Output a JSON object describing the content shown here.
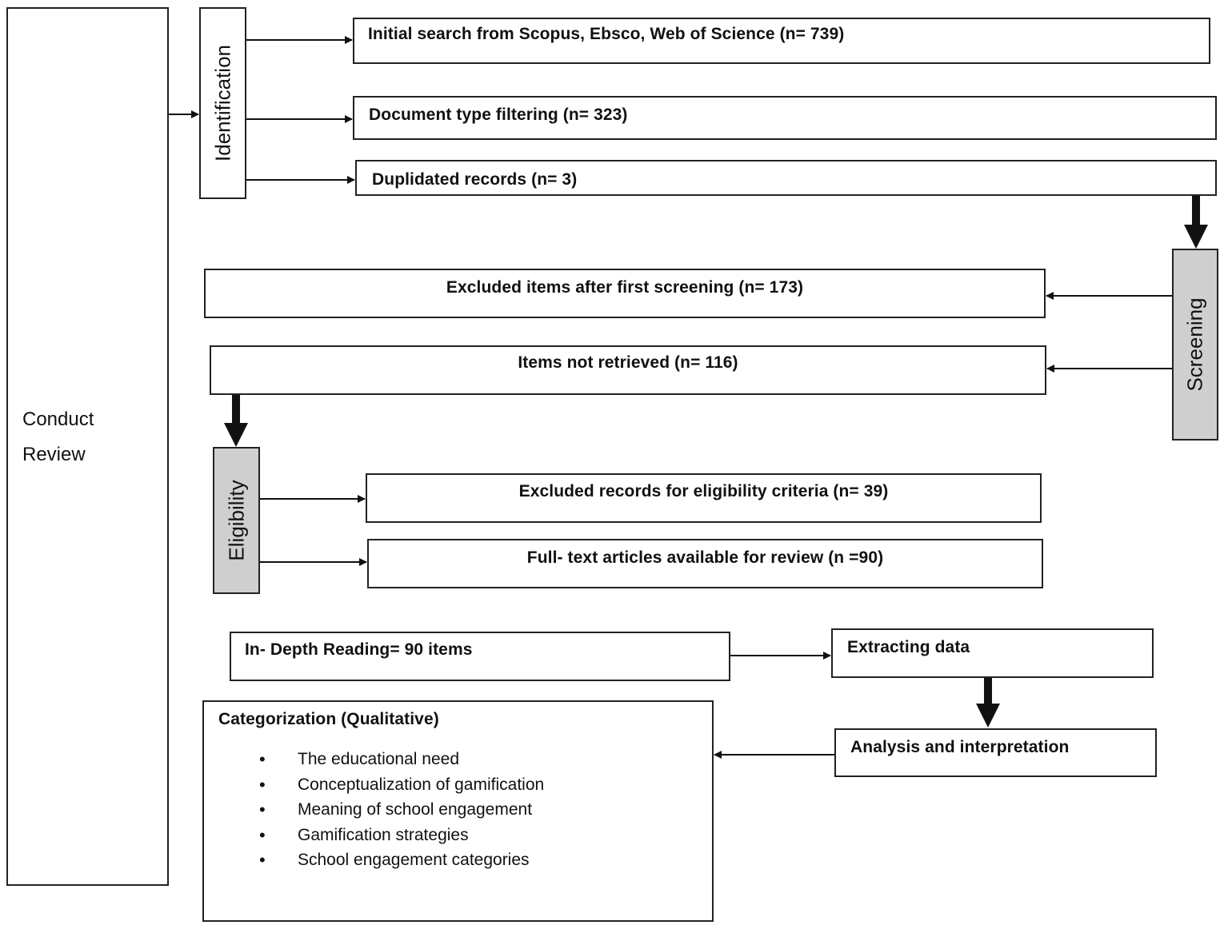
{
  "conduct_review": {
    "line1": "Conduct",
    "line2": "Review"
  },
  "phases": {
    "identification": "Identification",
    "screening": "Screening",
    "eligibility": "Eligibility"
  },
  "identification_steps": [
    "Initial search from Scopus, Ebsco, Web of Science (n= 739)",
    "Document type filtering (n= 323)",
    "Duplidated records (n= 3)"
  ],
  "screening_steps": [
    "Excluded items after first screening (n= 173)",
    "Items not retrieved (n= 116)"
  ],
  "eligibility_steps": [
    "Excluded records for eligibility criteria (n= 39)",
    "Full- text articles available for review (n =90)"
  ],
  "analysis": {
    "reading": "In- Depth Reading= 90 items",
    "extracting": "Extracting data",
    "interpretation": "Analysis and interpretation",
    "categorization_title": "Categorization (Qualitative)",
    "categories": [
      "The educational need",
      "Conceptualization of gamification",
      "Meaning of school engagement",
      "Gamification strategies",
      "School engagement categories"
    ]
  }
}
